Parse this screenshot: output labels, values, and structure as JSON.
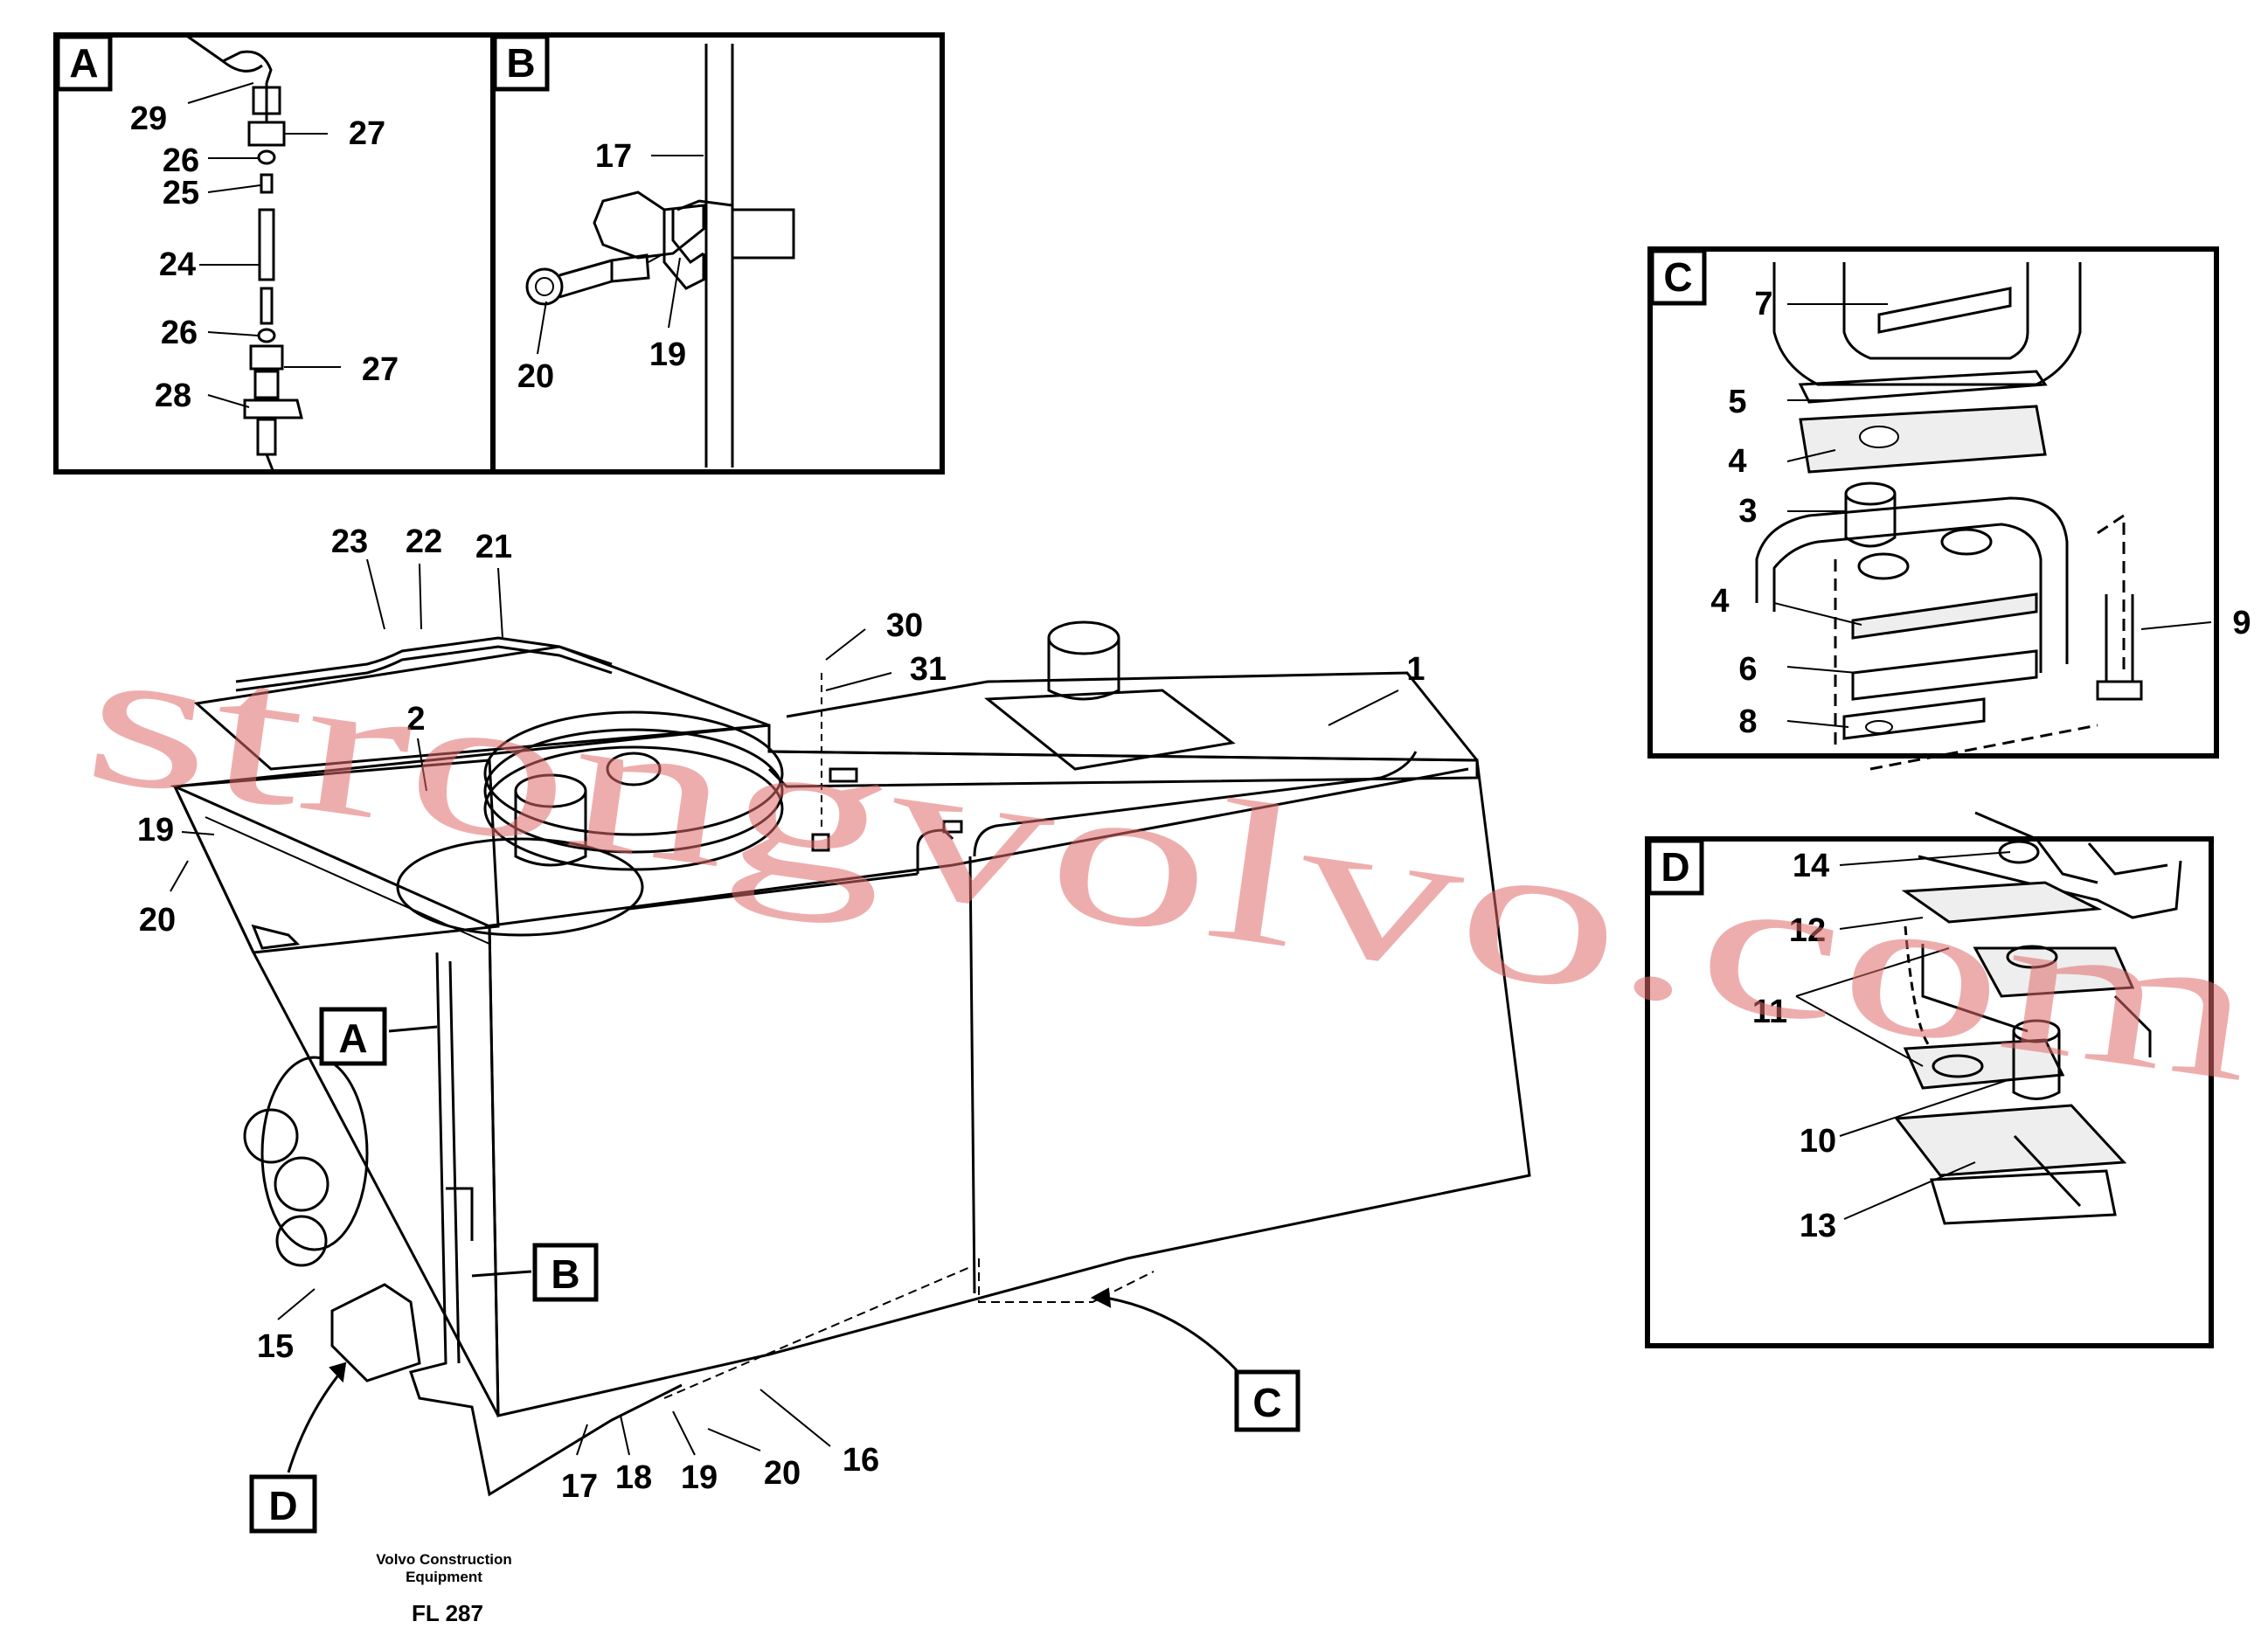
{
  "detail_tags": {
    "A": "A",
    "B": "B",
    "C": "C",
    "D": "D"
  },
  "main_callouts": {
    "tag_A": "A",
    "tag_B": "B",
    "tag_C": "C",
    "tag_D": "D"
  },
  "labels": {
    "panel_A": [
      "29",
      "27",
      "26",
      "25",
      "24",
      "26",
      "27",
      "28"
    ],
    "panel_B": [
      "17",
      "20",
      "19"
    ],
    "panel_C": [
      "7",
      "5",
      "4",
      "3",
      "4",
      "6",
      "8",
      "9"
    ],
    "panel_D": [
      "14",
      "12",
      "11",
      "10",
      "13"
    ],
    "main": [
      "23",
      "22",
      "21",
      "30",
      "31",
      "1",
      "2",
      "19",
      "20",
      "15",
      "17",
      "18",
      "19",
      "20",
      "16"
    ]
  },
  "footer": {
    "line1": "Volvo Construction",
    "line2": "Equipment",
    "code": "FL 287"
  },
  "watermark": "strongvolvo.com"
}
